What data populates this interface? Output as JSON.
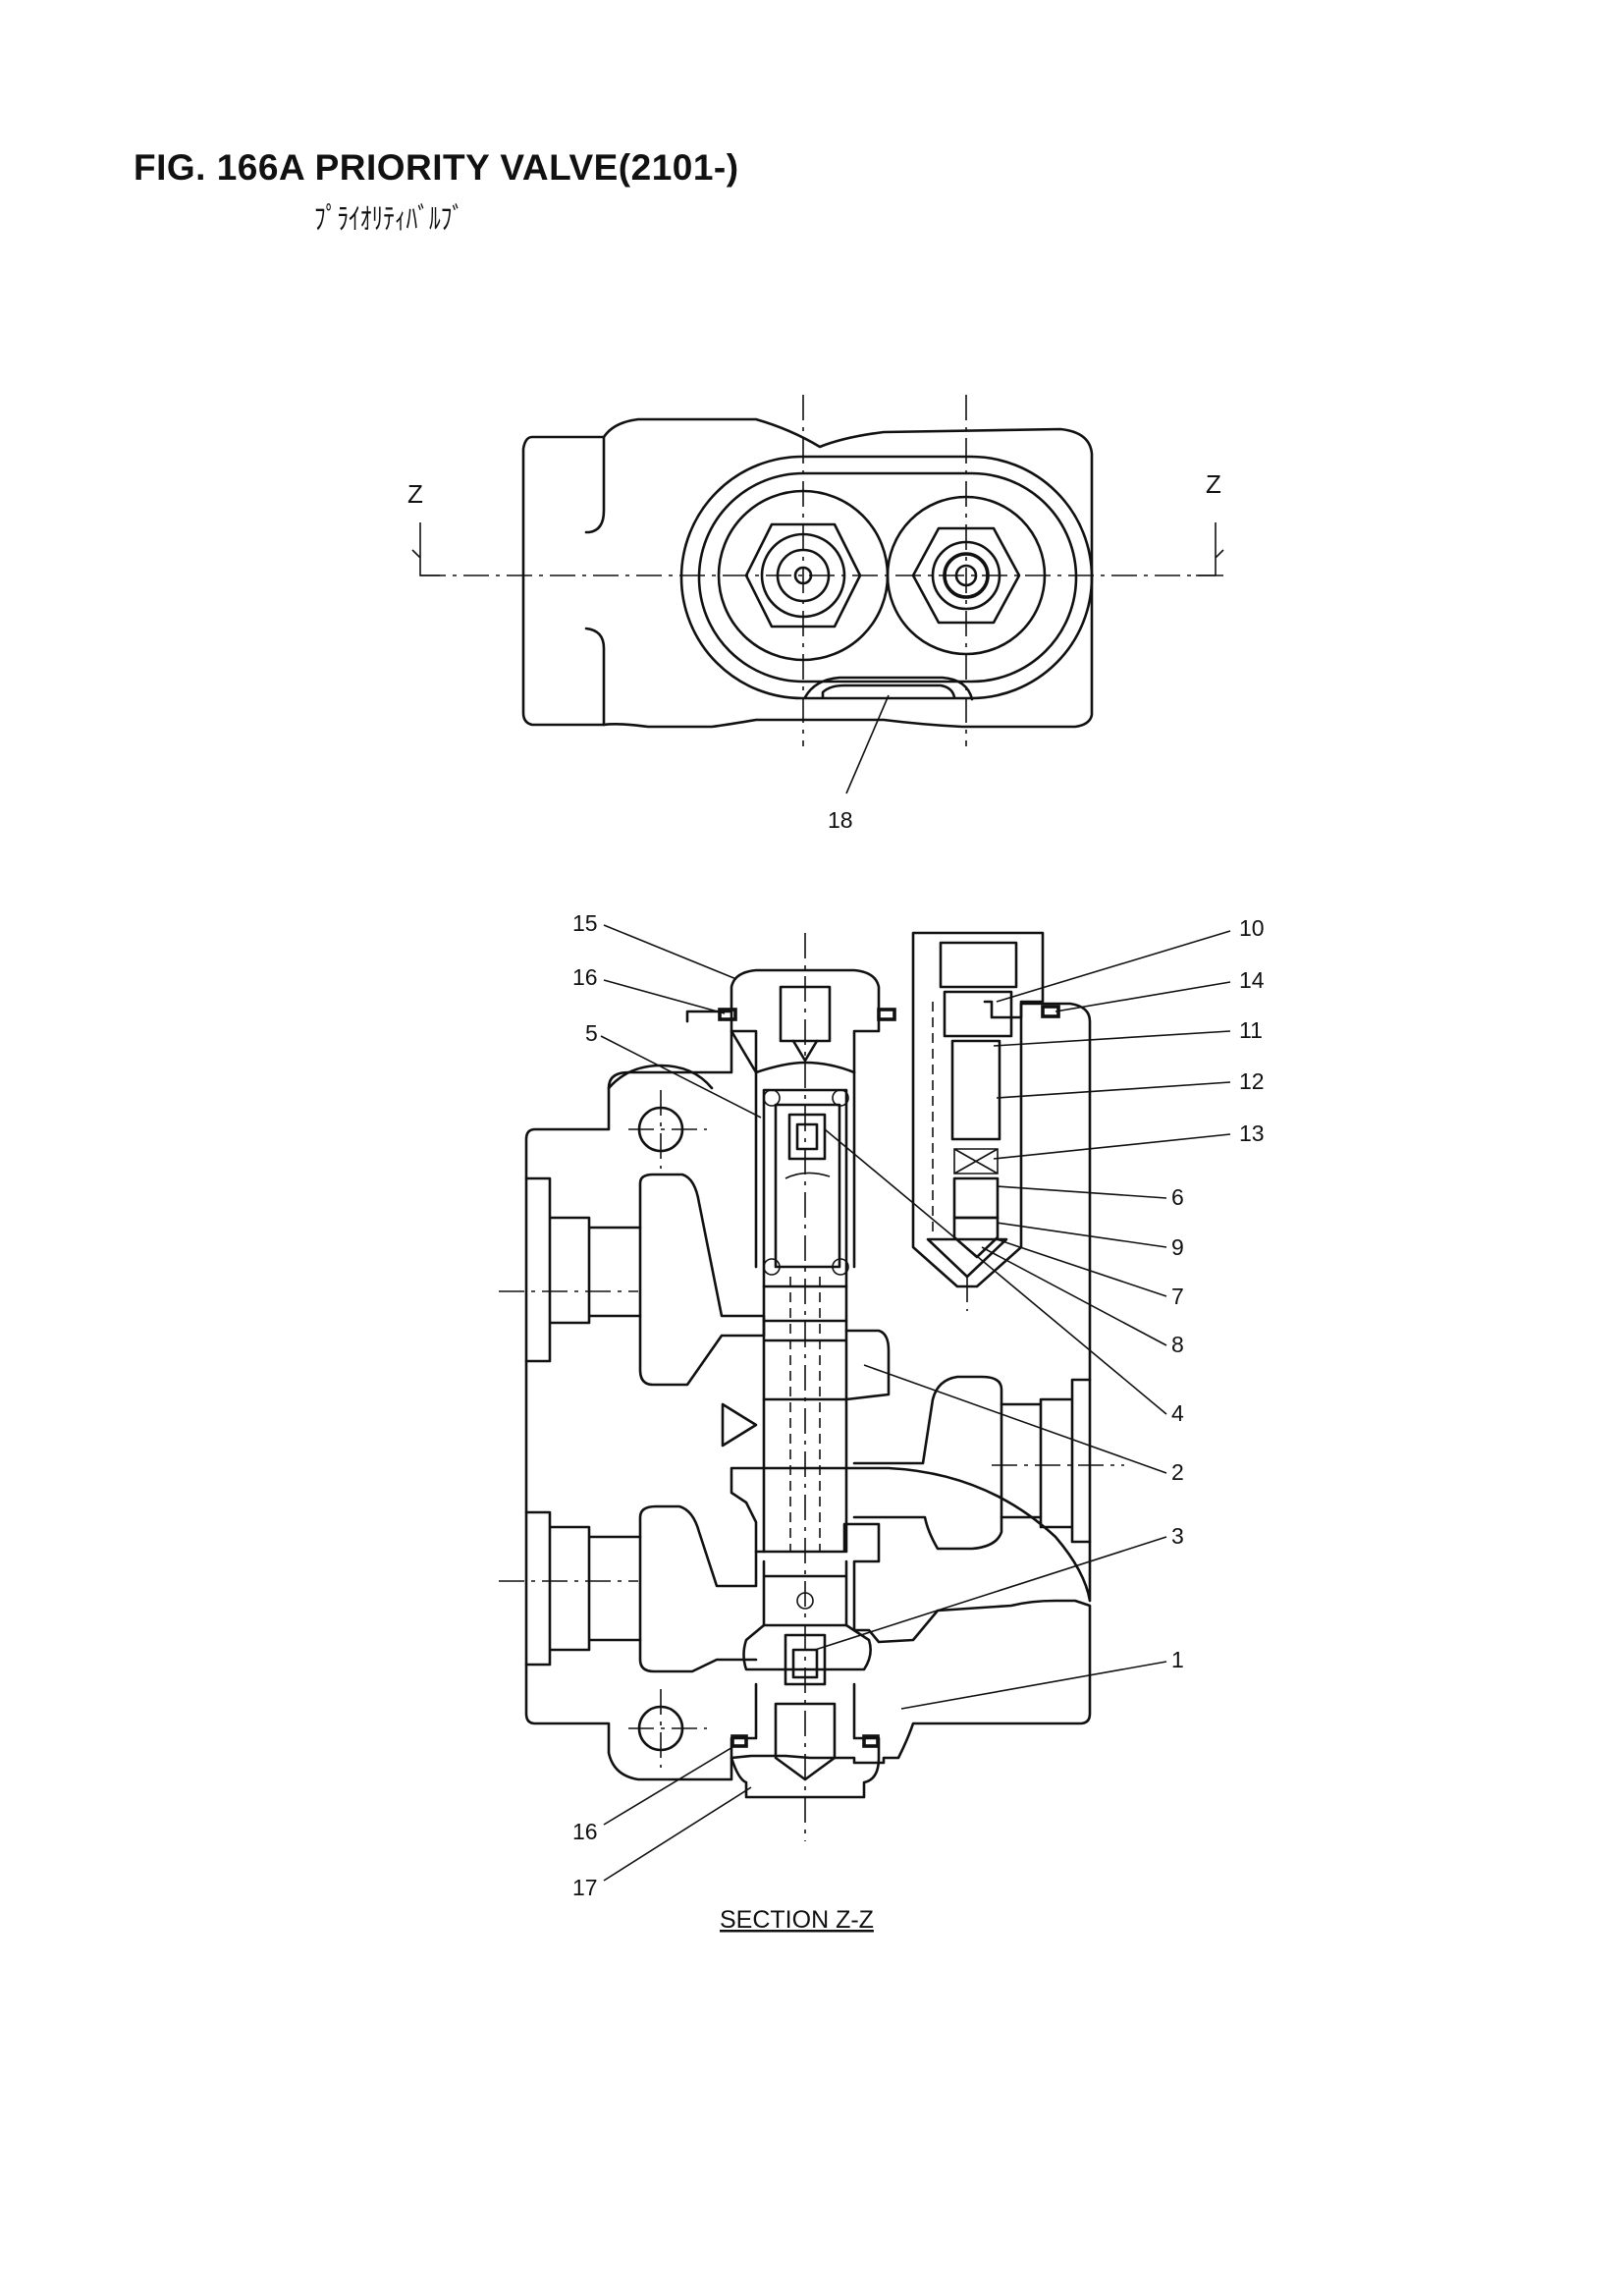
{
  "figure": {
    "title": "FIG. 166A PRIORITY VALVE(2101-)",
    "subtitle": "ﾌﾟﾗｲｵﾘﾃｨﾊﾞﾙﾌﾞ"
  },
  "top_view": {
    "section_marks": [
      "Z",
      "Z"
    ],
    "callouts": [
      "18"
    ]
  },
  "section_view": {
    "label": "SECTION Z-Z",
    "callouts": [
      "15",
      "16",
      "5",
      "10",
      "14",
      "11",
      "12",
      "13",
      "6",
      "9",
      "7",
      "8",
      "4",
      "2",
      "3",
      "1",
      "16",
      "17"
    ]
  }
}
